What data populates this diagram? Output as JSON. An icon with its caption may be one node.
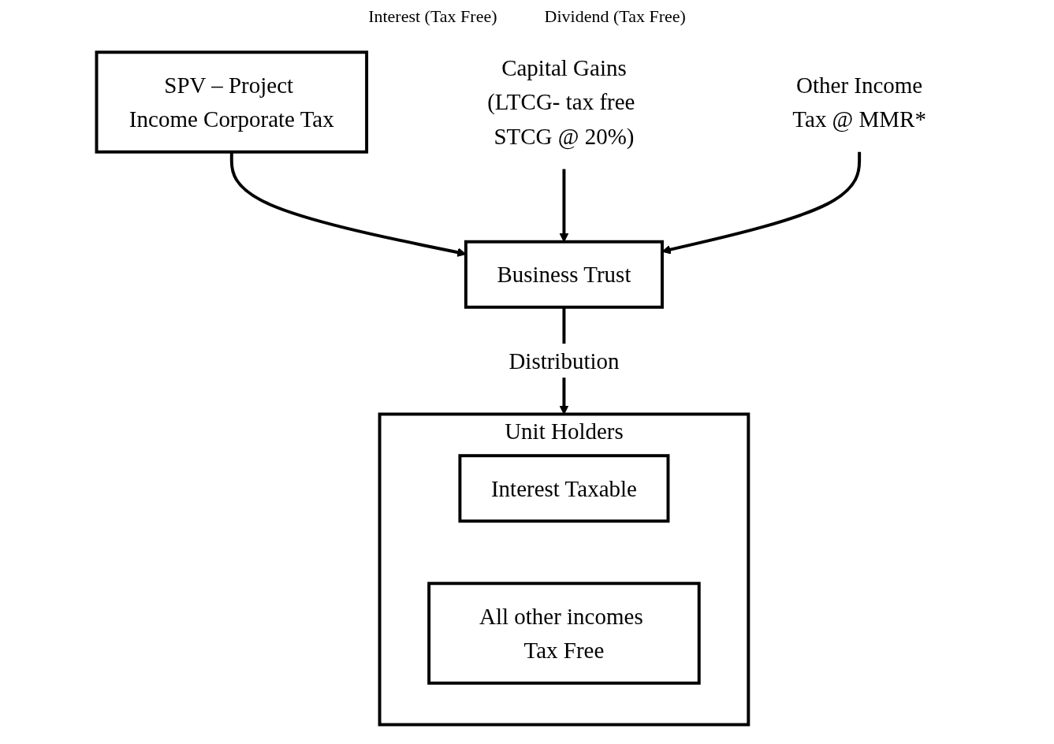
{
  "diagram": {
    "nodes": [
      {
        "text": [
          "SPV – Project Income Corporate Tax"
        ]
      },
      {
        "text": [
          "Capital Gains",
          "(LTCG- tax free STCG @ 20%)"
        ]
      },
      {
        "text": [
          "Business Trust"
        ]
      },
      {
        "text": [
          "Other Income",
          "Tax @ MMR*"
        ]
      },
      {
        "text": [
          "Unit Holders"
        ]
      },
      {
        "text": [
          "Interest Taxable"
        ],
        "in": 4
      },
      {
        "text": [
          "All other incomes Tax Free"
        ],
        "in": 4
      }
    ],
    "edges": [
      {
        "from": 0,
        "to": 2,
        "arrow": "to"
      },
      {
        "from": 1,
        "to": 2,
        "arrow": "to"
      },
      {
        "from": 3,
        "to": 2,
        "arrow": "to"
      },
      {
        "from": 2,
        "to": 4,
        "label": "Distribution",
        "arrow": "to"
      }
    ],
    "labels": [
      "Interest (Tax Free)",
      "Dividend (Tax Free)"
    ]
  }
}
